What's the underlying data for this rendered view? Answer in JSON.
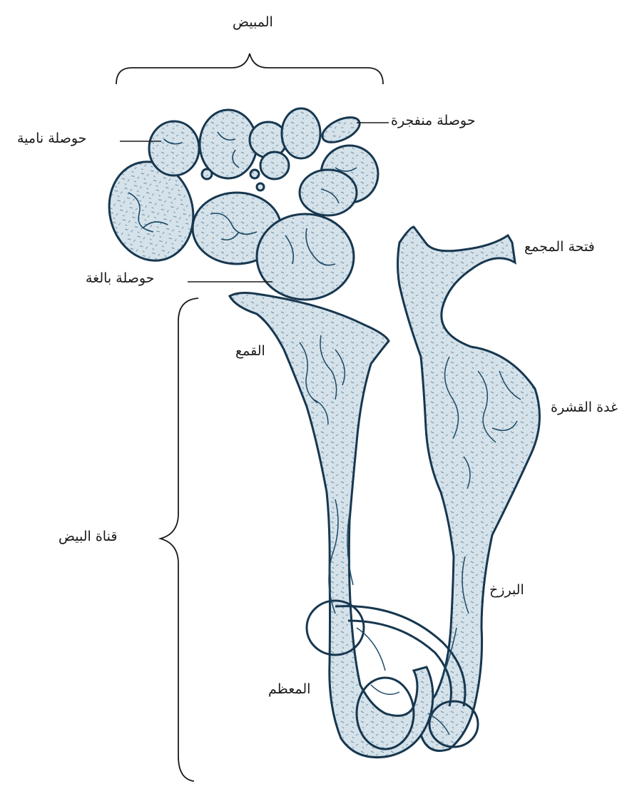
{
  "labels": {
    "ovary": "المبيض",
    "ruptured_follicle": "حوصلة منفجرة",
    "growing_follicle": "حوصلة نامية",
    "mature_follicle": "حوصلة بالغة",
    "collecting_opening": "فتحة المجمع",
    "infundibulum": "القمع",
    "shell_gland": "غدة القشرة",
    "oviduct": "قناة البيض",
    "isthmus": "البرزخ",
    "magnum": "المعظم"
  },
  "colors": {
    "ink": "#17374f",
    "fill": "#d5e2ea",
    "vein": "#1d4a66",
    "line": "#1b1b1b"
  }
}
